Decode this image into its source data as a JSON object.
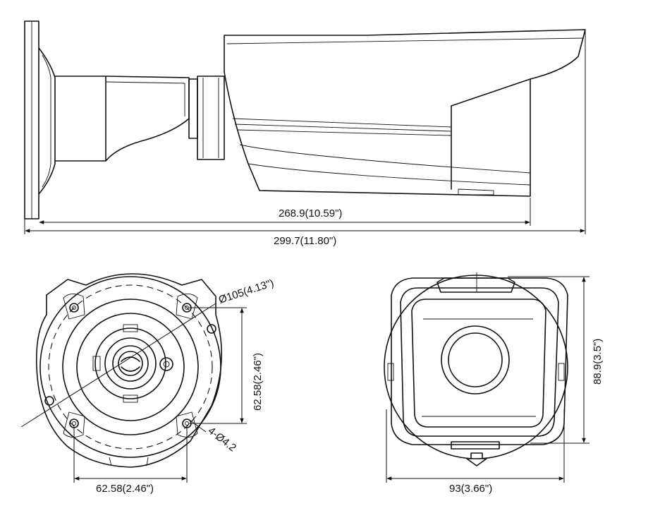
{
  "dimensions": {
    "body_length": "268.9(10.59\")",
    "total_length": "299.7(11.80\")",
    "mount_diameter": "Ø105(4.13\")",
    "hole_spacing_vertical": "62.58(2.46\")",
    "hole_spacing_horizontal": "62.58(2.46\")",
    "mount_holes": "4-Ø4.2",
    "front_height": "88.9(3.5\")",
    "front_width": "93(3.66\")"
  }
}
